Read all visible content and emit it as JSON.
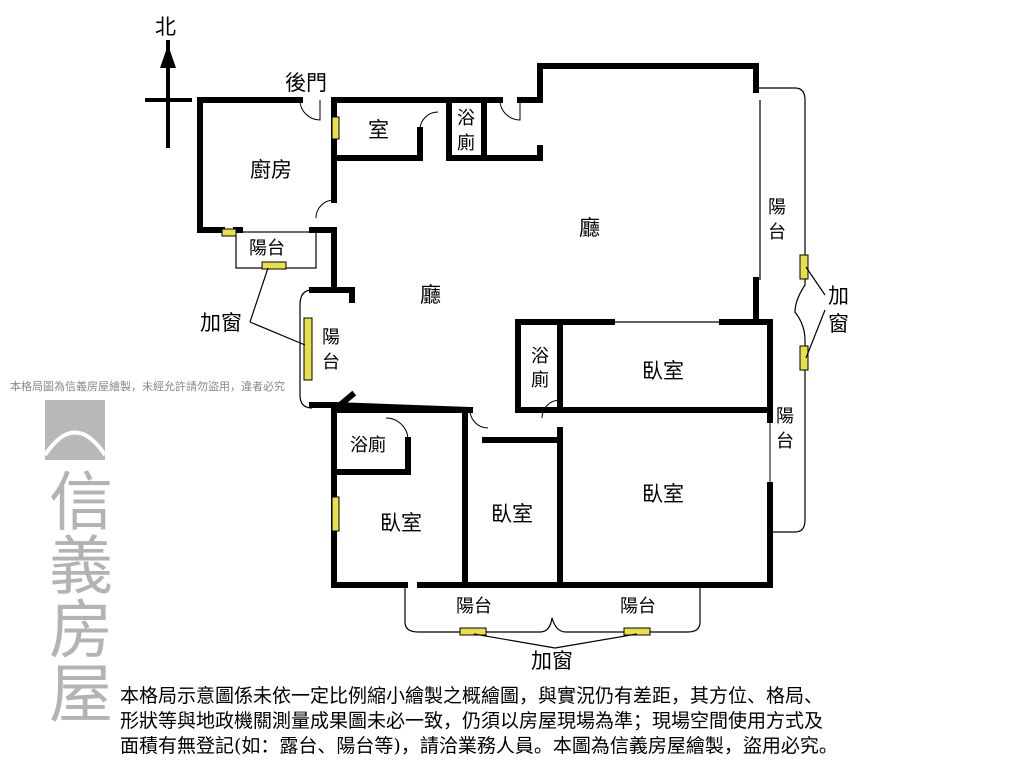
{
  "compass": {
    "north_label": "北"
  },
  "rooms": {
    "back_door": "後門",
    "room_small": "室",
    "bath_top": [
      "浴",
      "廁"
    ],
    "kitchen": "廚房",
    "kitchen_balcony": "陽台",
    "living_main": "廳",
    "living_second": "廳",
    "left_balcony": [
      "陽",
      "台"
    ],
    "right_balcony_top": [
      "陽",
      "台"
    ],
    "right_balcony_bottom": [
      "陽",
      "台"
    ],
    "bath_mid": [
      "浴",
      "廁"
    ],
    "bedroom_master_top": "臥室",
    "bath_lower": "浴廁",
    "bedroom_left": "臥室",
    "bedroom_middle": "臥室",
    "bedroom_right": "臥室",
    "bottom_balcony_left": "陽台",
    "bottom_balcony_right": "陽台",
    "window_left": "加窗",
    "window_right": [
      "加",
      "窗"
    ],
    "window_bottom": "加窗"
  },
  "watermark": {
    "brand": "信義房屋",
    "notice": "本格局圖為信義房屋繪製，未經允許請勿盜用，違者必究",
    "color": "#9a9a9a"
  },
  "disclaimer": [
    "本格局示意圖係未依一定比例縮小繪製之概繪圖，與實況仍有差距，其方位、格局、",
    "形狀等與地政機關測量成果圖未必一致，仍須以房屋現場為準；現場空間使用方式及",
    "面積有無登記(如：露台、陽台等)，請洽業務人員。本圖為信義房屋繪製，盜用必究。"
  ],
  "colors": {
    "wall": "#000000",
    "window": "#e8e04a"
  }
}
